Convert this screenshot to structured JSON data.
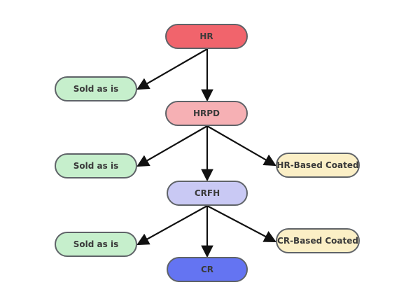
{
  "nodes": {
    "hr": "HR",
    "hrpd": "HRPD",
    "crfh": "CRFH",
    "cr": "CR",
    "sold_as_is_1": "Sold as is",
    "sold_as_is_2": "Sold as is",
    "sold_as_is_3": "Sold as is",
    "hr_based_coated": "HR-Based Coated",
    "cr_based_coated": "CR-Based Coated"
  },
  "edges": [
    {
      "from": "hr",
      "to": "sold_as_is_1"
    },
    {
      "from": "hr",
      "to": "hrpd"
    },
    {
      "from": "hrpd",
      "to": "sold_as_is_2"
    },
    {
      "from": "hrpd",
      "to": "crfh"
    },
    {
      "from": "hrpd",
      "to": "hr_based_coated"
    },
    {
      "from": "crfh",
      "to": "sold_as_is_3"
    },
    {
      "from": "crfh",
      "to": "cr"
    },
    {
      "from": "crfh",
      "to": "cr_based_coated"
    }
  ],
  "colors": {
    "hr": "#f1646c",
    "hrpd": "#f6b0b4",
    "crfh": "#c9c9f4",
    "cr": "#6474f2",
    "sold_as_is": "#c6efcc",
    "coated": "#fbefc6",
    "border": "#5f6368",
    "arrow": "#111111"
  }
}
